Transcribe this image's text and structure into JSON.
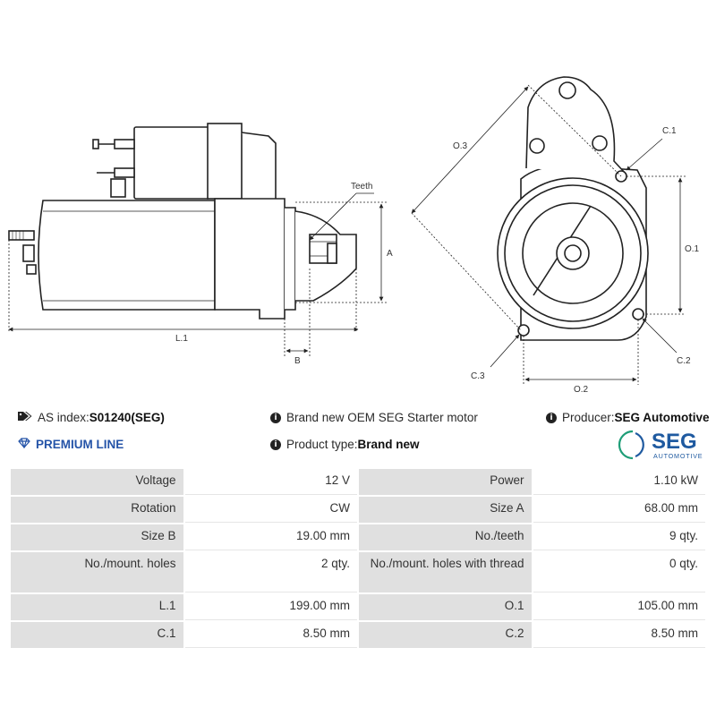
{
  "drawing": {
    "labels": {
      "teeth": "Teeth",
      "a": "A",
      "b": "B",
      "l1": "L.1",
      "o1": "O.1",
      "o2": "O.2",
      "o3": "O.3",
      "c1": "C.1",
      "c2": "C.2",
      "c3": "C.3"
    }
  },
  "info": {
    "as_index_label": "AS index: ",
    "as_index_value": "S01240(SEG)",
    "premium_line": "PREMIUM LINE",
    "description": "Brand new OEM SEG Starter motor",
    "product_type_label": "Product type: ",
    "product_type_value": "Brand new",
    "producer_label": "Producer: ",
    "producer_value": "SEG Automotive"
  },
  "logo": {
    "name": "SEG",
    "sub": "AUTOMOTIVE",
    "color": "#1f5aa0",
    "accent": "#1f9e78"
  },
  "specs": [
    {
      "k1": "Voltage",
      "v1": "12 V",
      "k2": "Power",
      "v2": "1.10 kW"
    },
    {
      "k1": "Rotation",
      "v1": "CW",
      "k2": "Size A",
      "v2": "68.00 mm"
    },
    {
      "k1": "Size B",
      "v1": "19.00 mm",
      "k2": "No./teeth",
      "v2": "9 qty."
    },
    {
      "k1": "No./mount. holes",
      "v1": "2 qty.",
      "k2": "No./mount. holes with thread",
      "v2": "0 qty."
    },
    {
      "k1": "L.1",
      "v1": "199.00 mm",
      "k2": "O.1",
      "v2": "105.00 mm"
    },
    {
      "k1": "C.1",
      "v1": "8.50 mm",
      "k2": "C.2",
      "v2": "8.50 mm"
    }
  ]
}
